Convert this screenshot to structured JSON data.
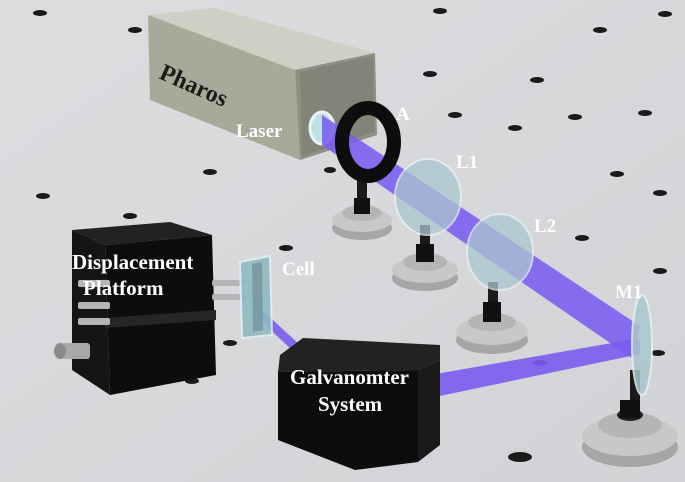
{
  "colors": {
    "table": "#d9dadc",
    "beam": "#7a5cf0",
    "laser_box": "#a9a99a",
    "black_box": "#0d0d0d",
    "mount_metal": "#c9c9c9",
    "optic_glass": "#a9c7cf"
  },
  "labels": {
    "pharos": "Pharos",
    "laser": "Laser",
    "aperture": "A",
    "lens1": "L1",
    "lens2": "L2",
    "mirror1": "M1",
    "cell": "Cell",
    "displacement_line1": "Displacement",
    "displacement_line2": "Platform",
    "galvo_line1": "Galvanomter",
    "galvo_line2": "System"
  }
}
